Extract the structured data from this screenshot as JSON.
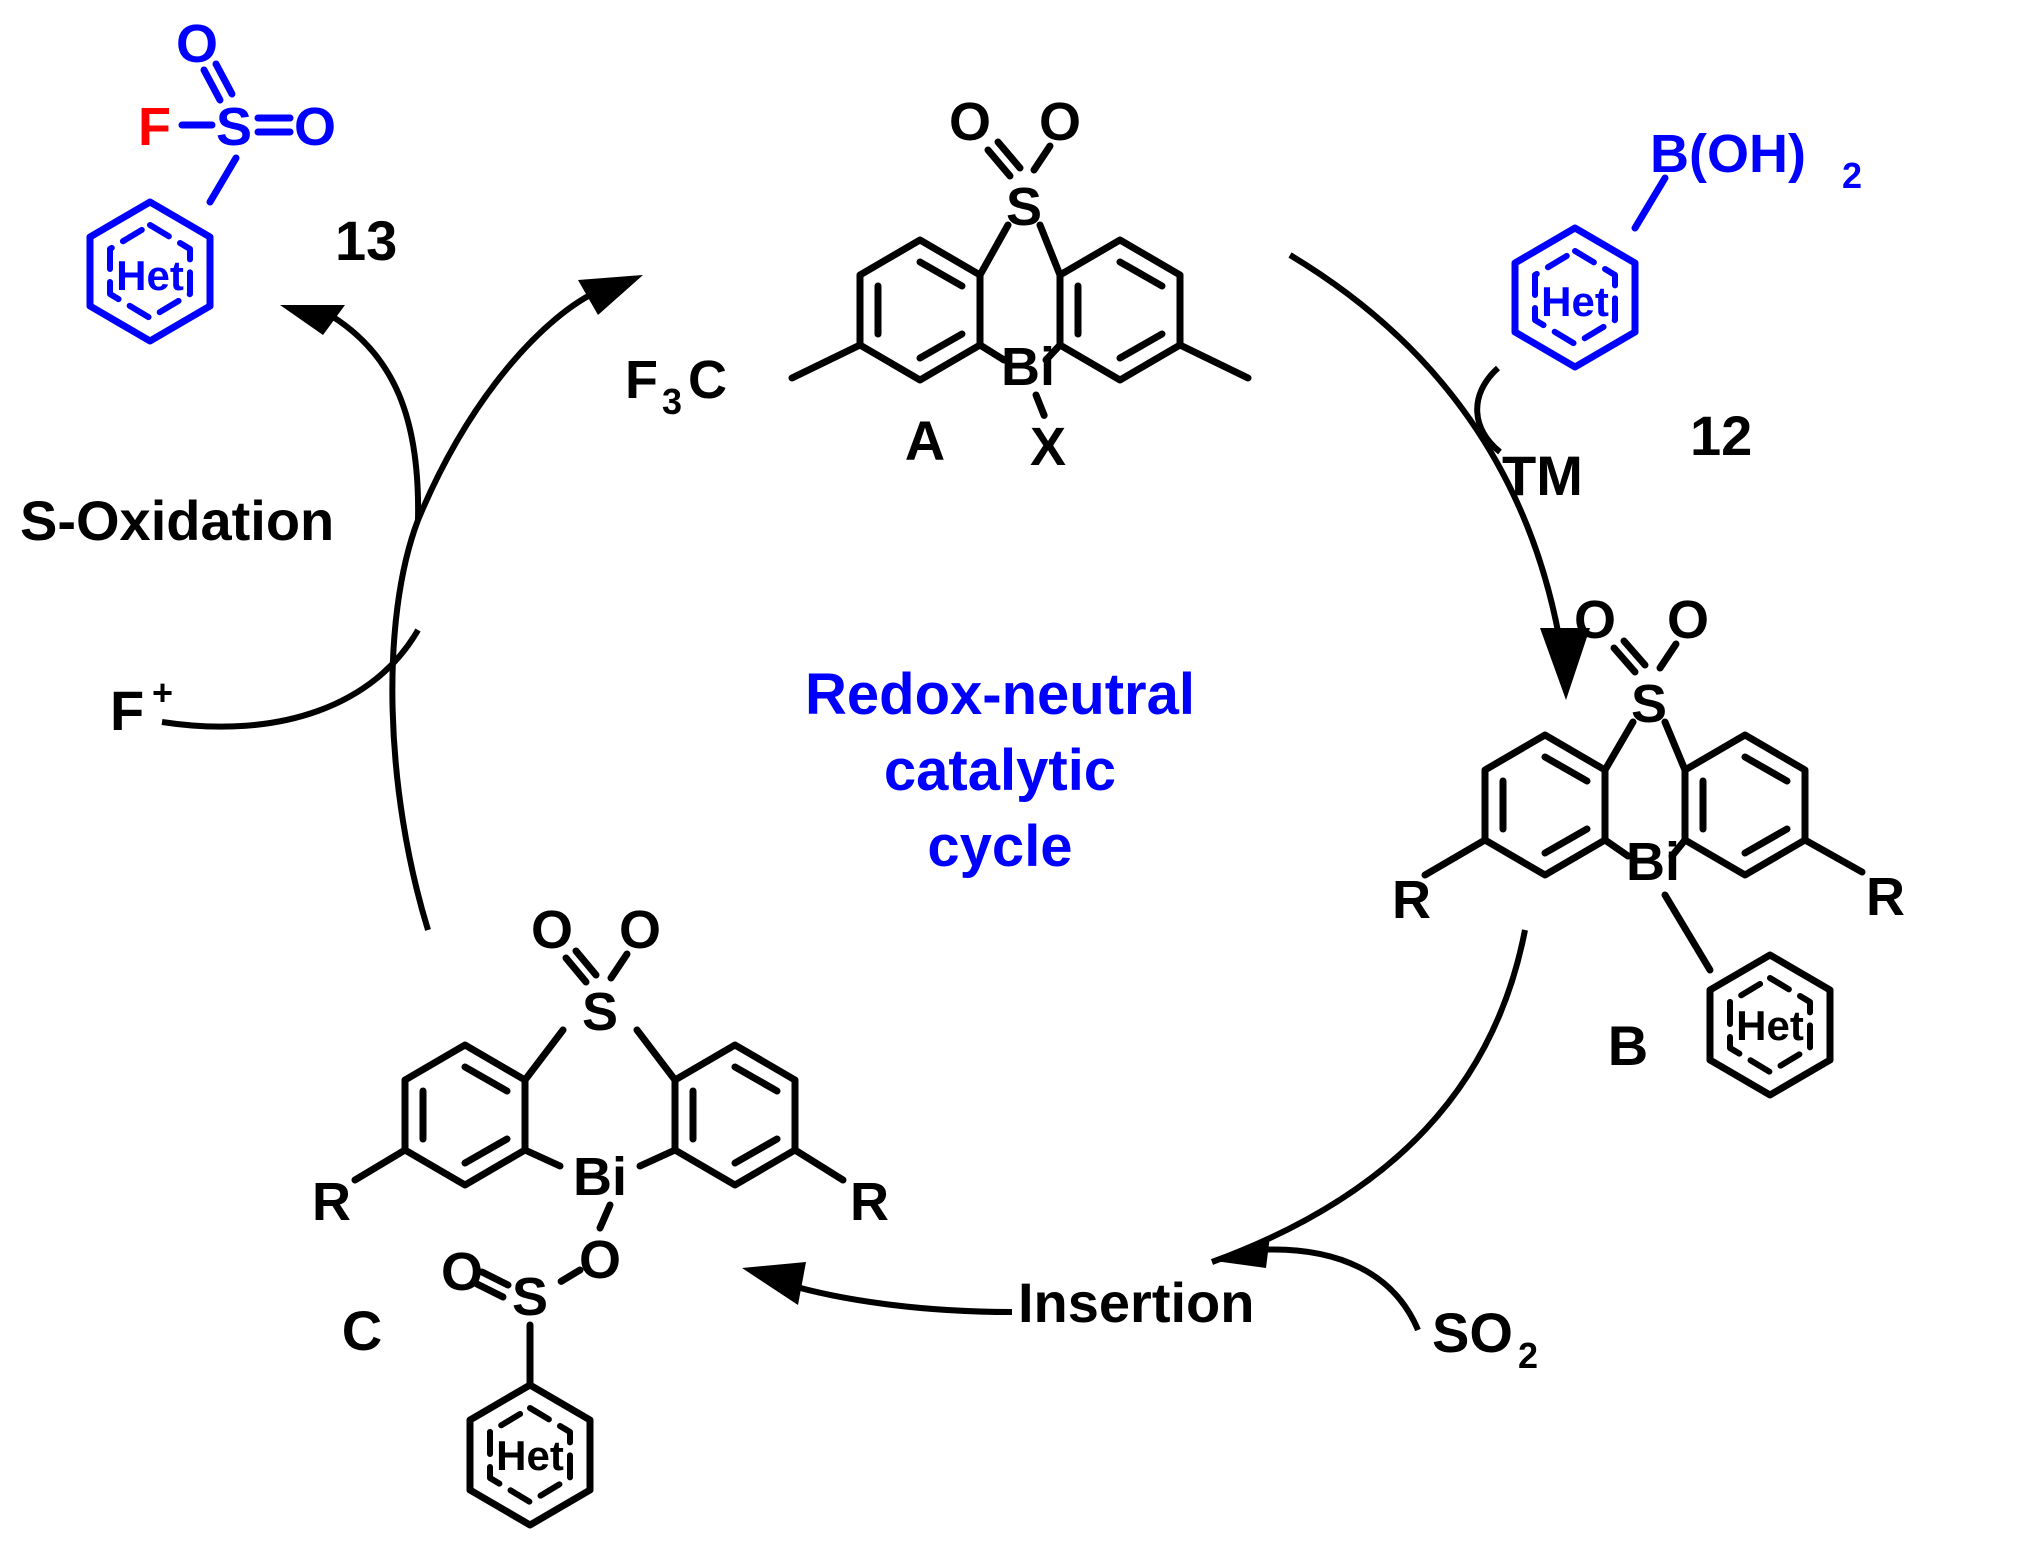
{
  "title_lines": [
    "Redox-neutral",
    "catalytic",
    "cycle"
  ],
  "colors": {
    "accent": "#0000ff",
    "fluorine": "#ff0000",
    "ink": "#000000"
  },
  "steps": {
    "oxidation": "S-Oxidation",
    "fluorinating_agent": "F",
    "fluorinating_charge": "+",
    "transmetalation": "TM",
    "insertion": "Insertion",
    "reagent_so2": "SO",
    "reagent_so2_sub": "2"
  },
  "compounds": {
    "product_13": {
      "label": "13",
      "F": "F",
      "S": "S",
      "O1": "O",
      "O2": "O",
      "ring": "Het"
    },
    "boronic_acid_12": {
      "label": "12",
      "group": "B(OH)",
      "group_sub": "2",
      "ring": "Het"
    },
    "catalyst_A": {
      "label": "A",
      "S": "S",
      "O1": "O",
      "O2": "O",
      "Bi": "Bi",
      "X": "X",
      "cf3": "F",
      "cf3_sub": "3",
      "cf3_tail": "C"
    },
    "intermediate_B": {
      "label": "B",
      "S": "S",
      "O1": "O",
      "O2": "O",
      "Bi": "Bi",
      "R_left": "R",
      "R_right": "R",
      "ring": "Het"
    },
    "intermediate_C": {
      "label": "C",
      "S": "S",
      "O1": "O",
      "O2": "O",
      "Bi": "Bi",
      "R_left": "R",
      "R_right": "R",
      "S2": "S",
      "O3": "O",
      "O4": "O",
      "ring": "Het"
    }
  }
}
